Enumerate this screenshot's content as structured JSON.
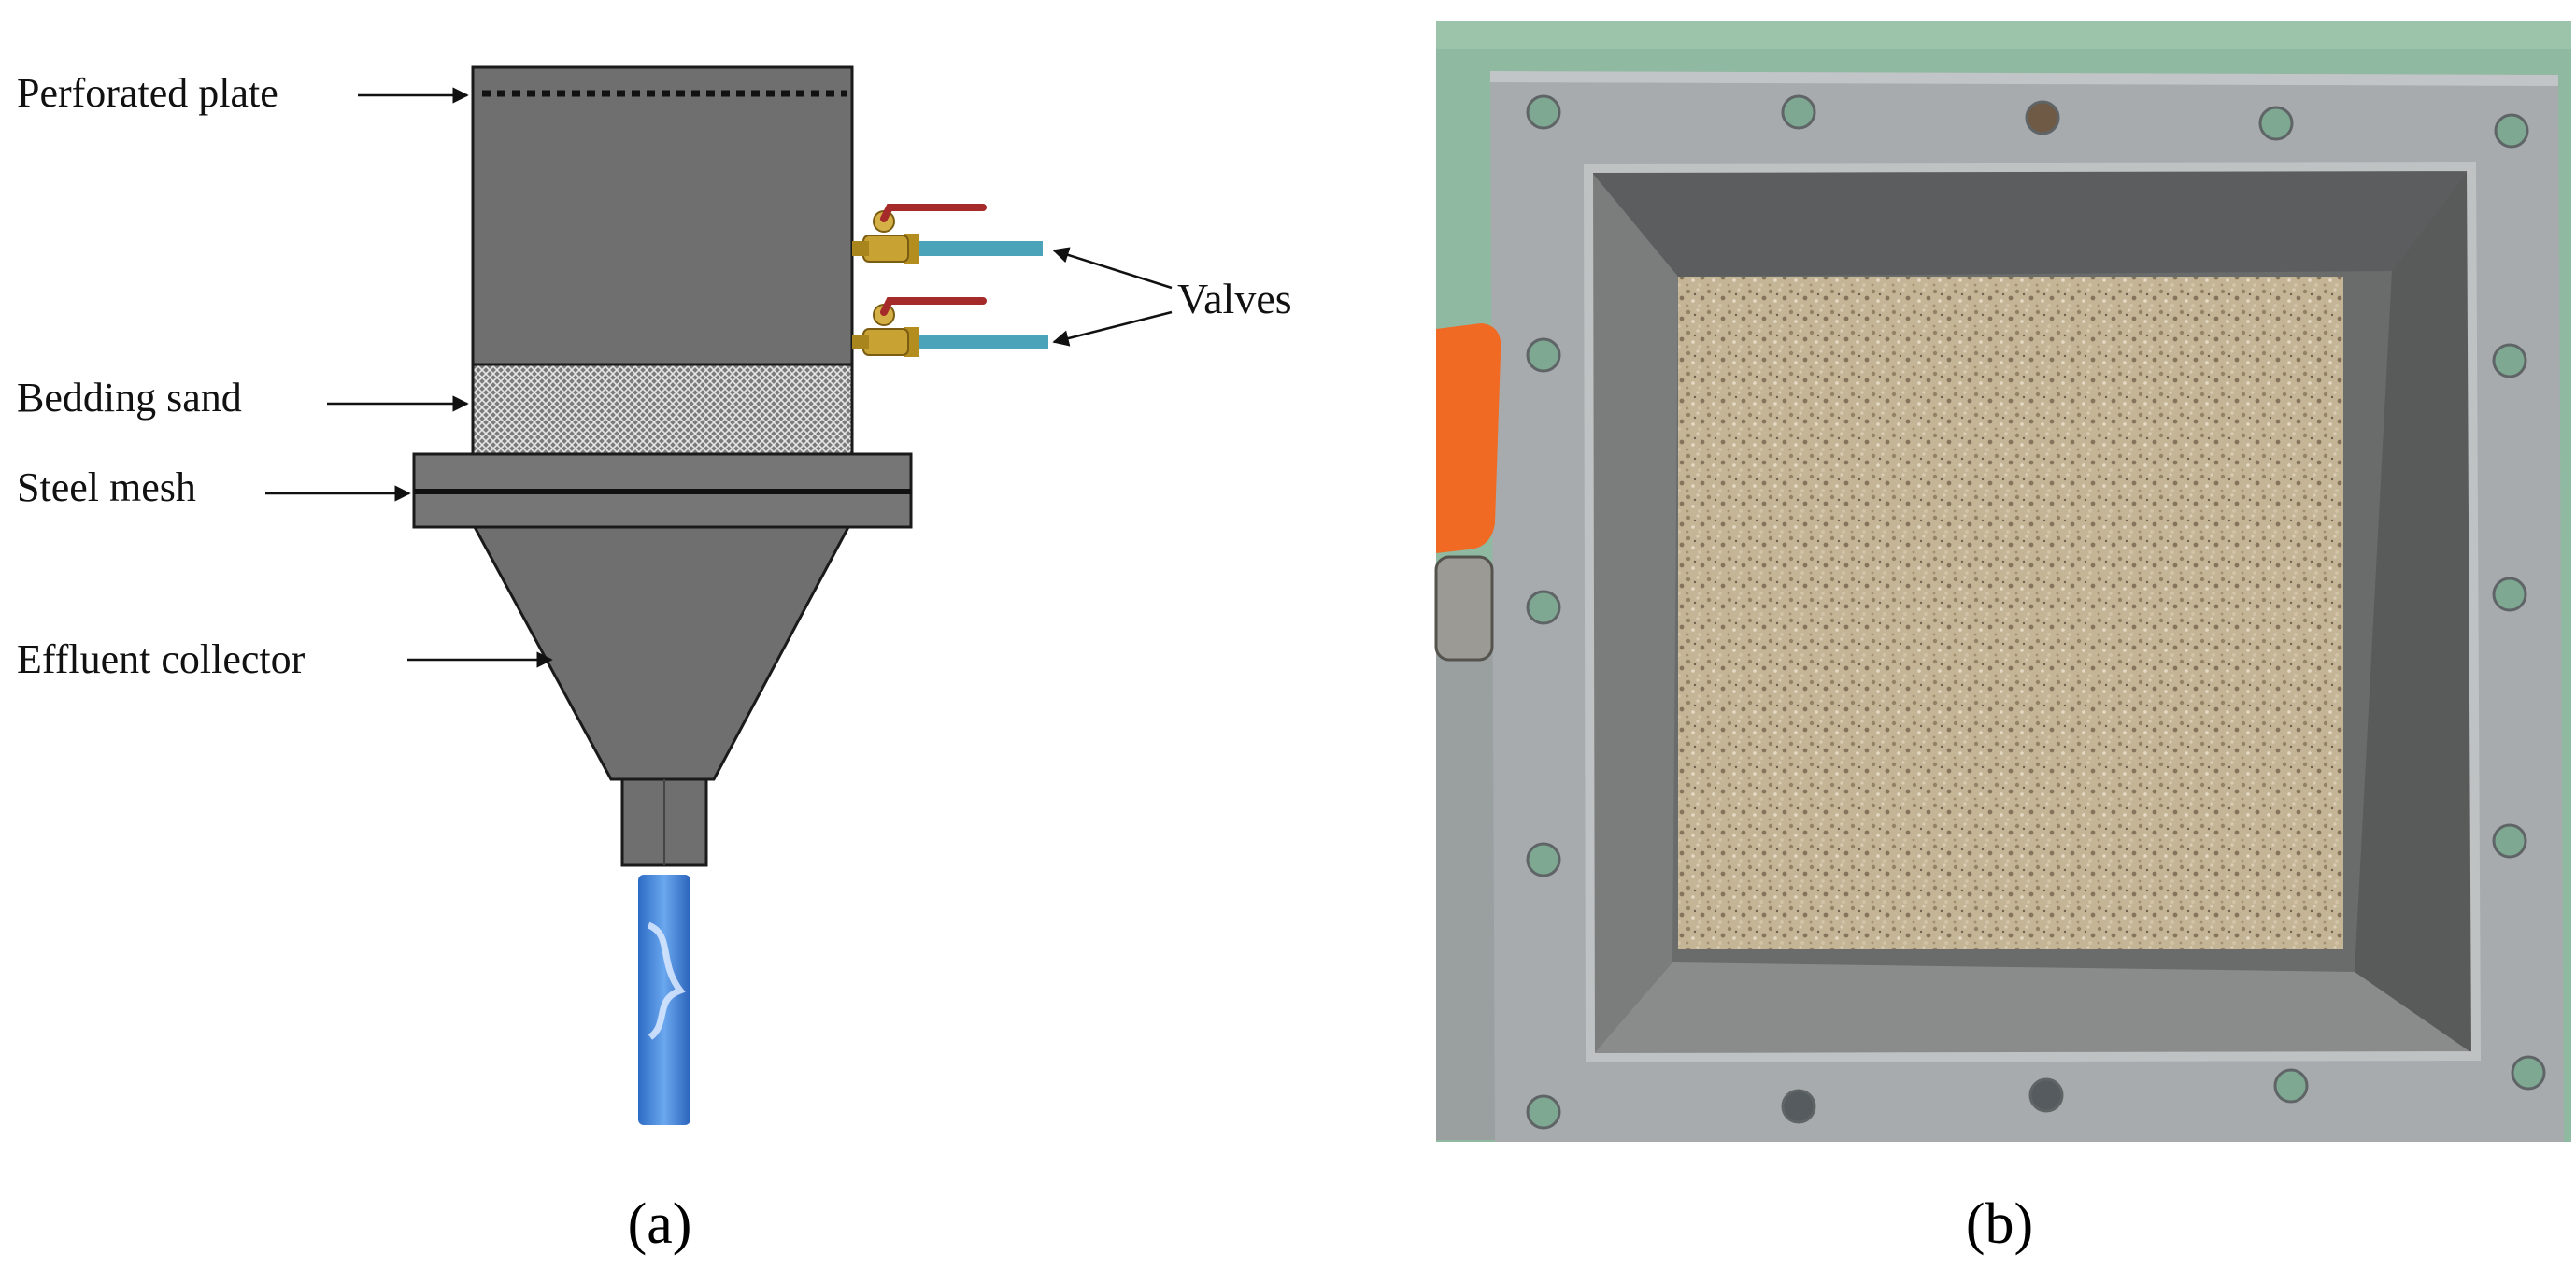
{
  "panel_a": {
    "labels": {
      "perforated_plate": "Perforated plate",
      "bedding_sand": "Bedding sand",
      "steel_mesh": "Steel mesh",
      "effluent_collector": "Effluent collector",
      "valves": "Valves"
    },
    "caption": "(a)"
  },
  "panel_b": {
    "caption": "(b)"
  },
  "colors": {
    "body_gray": "#6f6f6f",
    "outline": "#1a1a1a",
    "pipe_blue": "#3d7fd6",
    "valve_brass": "#c8a233",
    "valve_pipe": "#4aa3b8",
    "photo_frame": "#a7abae",
    "photo_floor": "#8fb9a0",
    "sand": "#c7b89b",
    "orange_handle": "#f06a24"
  }
}
